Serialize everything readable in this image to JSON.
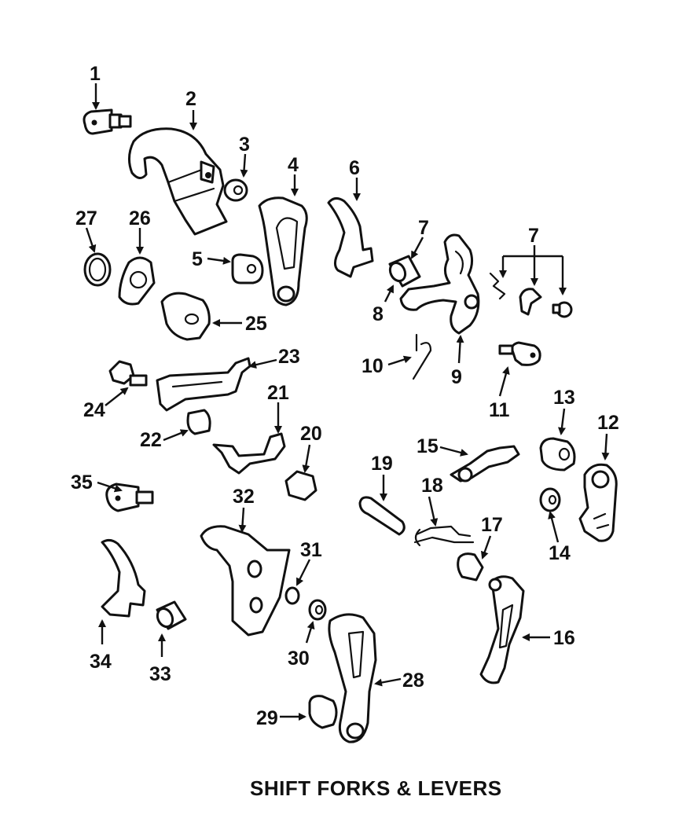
{
  "title": "SHIFT FORKS & LEVERS",
  "callouts": {
    "c1": "1",
    "c2": "2",
    "c3": "3",
    "c4": "4",
    "c5": "5",
    "c6": "6",
    "c7a": "7",
    "c7b": "7",
    "c8": "8",
    "c9": "9",
    "c10": "10",
    "c11": "11",
    "c12": "12",
    "c13": "13",
    "c14": "14",
    "c15": "15",
    "c16": "16",
    "c17": "17",
    "c18": "18",
    "c19": "19",
    "c20": "20",
    "c21": "21",
    "c22": "22",
    "c23": "23",
    "c24": "24",
    "c25": "25",
    "c26": "26",
    "c27": "27",
    "c28": "28",
    "c29": "29",
    "c30": "30",
    "c31": "31",
    "c32": "32",
    "c33": "33",
    "c34": "34",
    "c35": "35"
  }
}
